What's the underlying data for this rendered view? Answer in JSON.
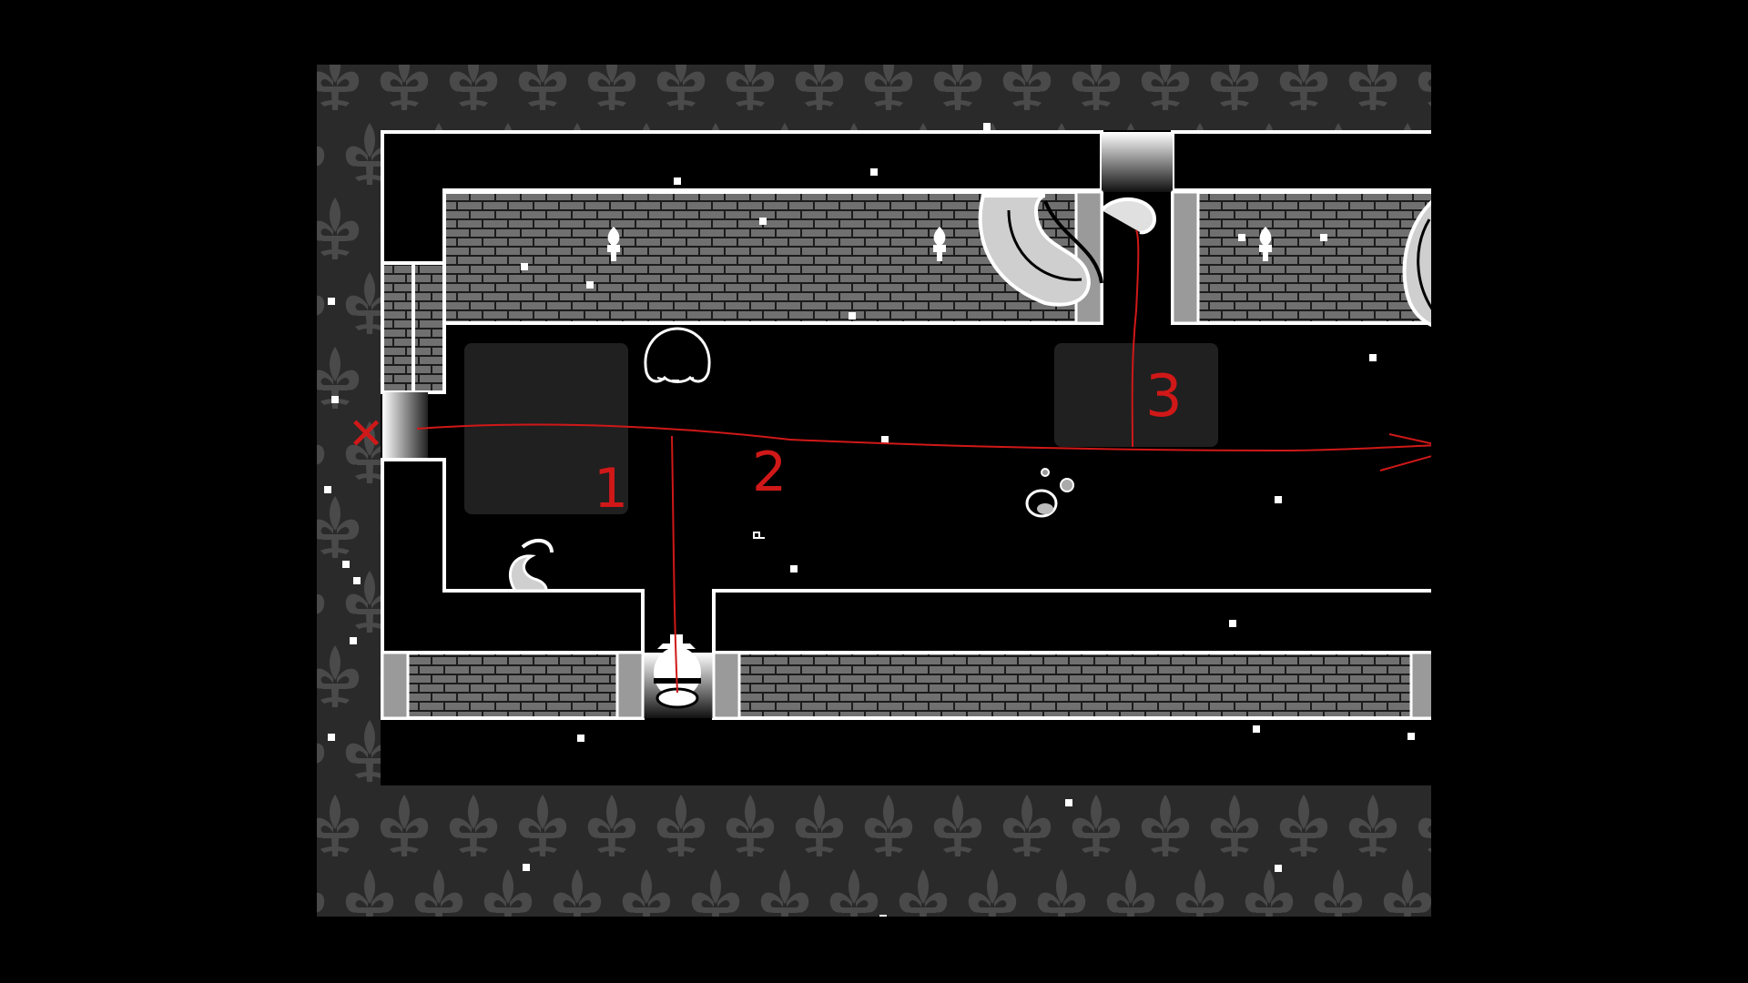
{
  "game": {
    "title": "",
    "palette": {
      "background": "#000000",
      "wallpaper": "#2a2a2a",
      "wallpaper_motif": "#4a4a4a",
      "wall_outline": "#ffffff",
      "brick_face": "#707070",
      "brick_mortar": "#1c1c1c",
      "pressure_plate": "#202020",
      "annotation_red": "#d01818"
    },
    "icons": {
      "wallpaper": "fleur-de-lis-icon",
      "sparkle": "star-sparkle-icon",
      "torch": "wall-torch-icon",
      "player": "hat-character-icon",
      "ghost": "sleeping-ghost-icon",
      "tentacle": "tentacle-icon",
      "slime": "slime-blob-icon"
    }
  },
  "annotations": {
    "labels": [
      {
        "name": "route-label-1",
        "text": "1"
      },
      {
        "name": "route-label-2",
        "text": "2"
      },
      {
        "name": "route-label-3",
        "text": "3"
      }
    ],
    "marks": [
      {
        "name": "start-x-mark",
        "text": "✕"
      },
      {
        "name": "end-x-mark",
        "text": "✕"
      }
    ]
  }
}
